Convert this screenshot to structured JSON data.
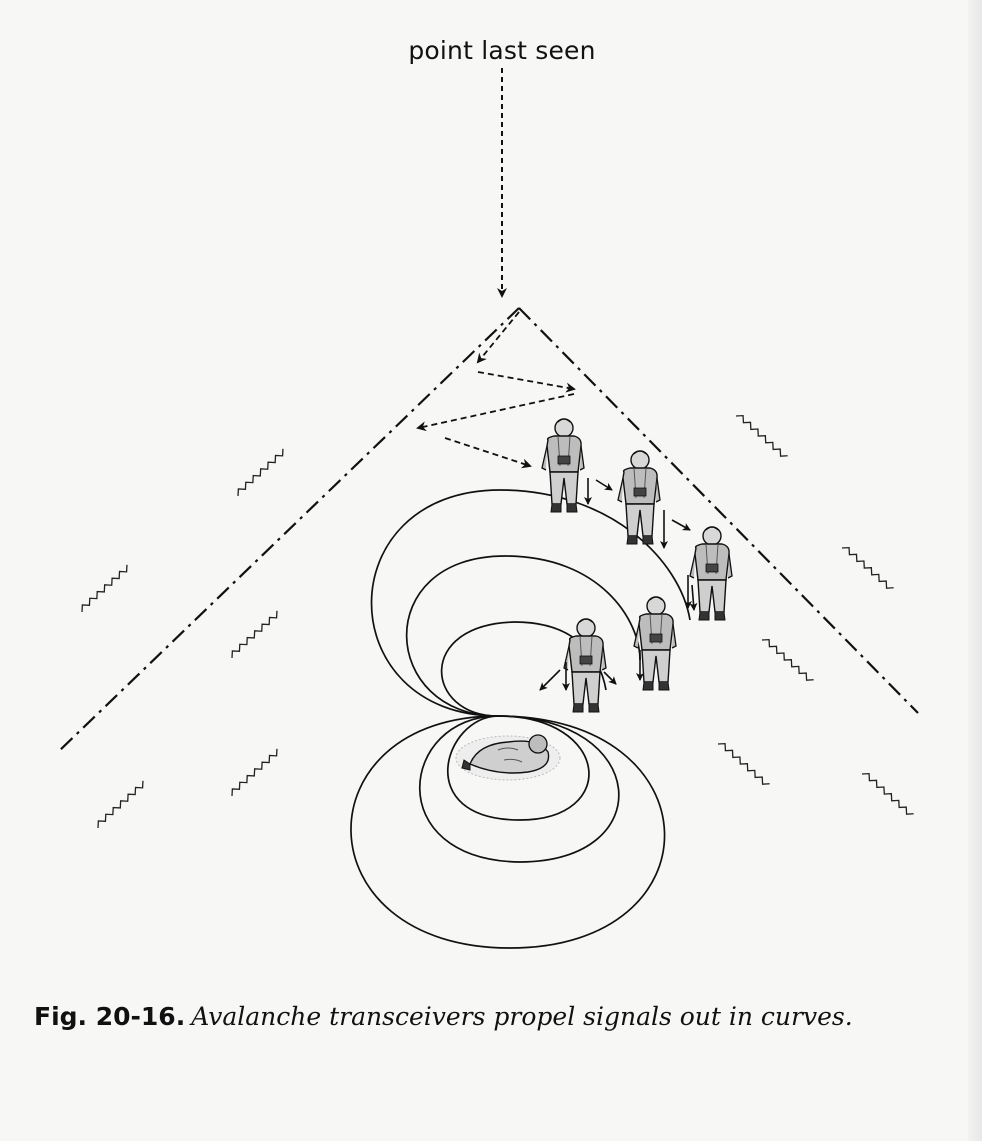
{
  "diagram": {
    "label_point_last_seen": "point last seen",
    "searchers": [
      {
        "name": "searcher-1"
      },
      {
        "name": "searcher-2"
      },
      {
        "name": "searcher-3"
      },
      {
        "name": "searcher-4"
      },
      {
        "name": "searcher-5"
      }
    ],
    "buried_person": "avalanche-victim",
    "signal_loops": 6
  },
  "caption": {
    "figure_number": "Fig. 20-16.",
    "text": "Avalanche transceivers propel signals out in curves."
  }
}
